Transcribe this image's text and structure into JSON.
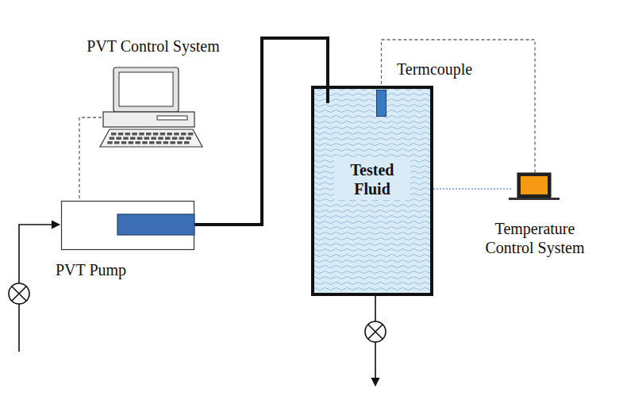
{
  "diagram": {
    "nodes": [
      {
        "text": [
          "PVT Control System"
        ]
      },
      {
        "text": [
          "PVT Pump"
        ]
      },
      {
        "text": [
          "Tested Fluid"
        ]
      },
      {
        "text": [
          "Termcouple"
        ]
      },
      {
        "text": [
          "Temperature Control System"
        ]
      }
    ],
    "edges": [
      {
        "from": 0,
        "to": 1,
        "arrow": "none"
      },
      {
        "from": 1,
        "to": 2,
        "arrow": "none"
      },
      {
        "from": 3,
        "to": 4,
        "arrow": "none"
      },
      {
        "from": 2,
        "to": 4,
        "arrow": "none"
      }
    ]
  }
}
